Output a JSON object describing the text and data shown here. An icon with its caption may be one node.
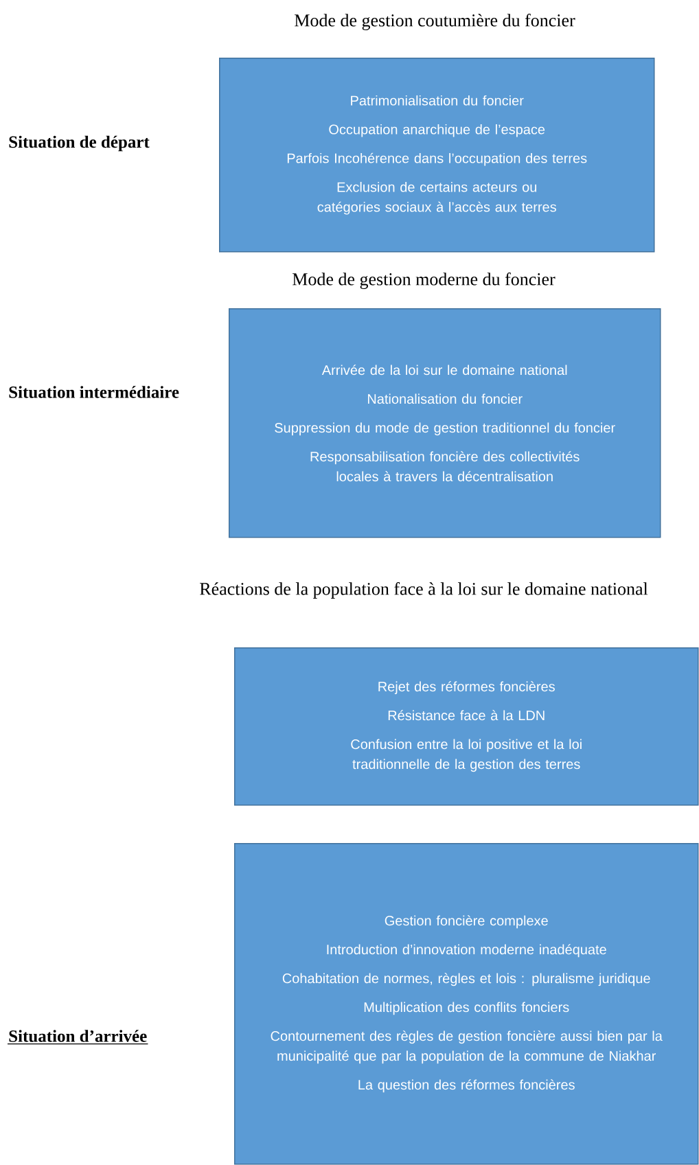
{
  "diagram": {
    "nodes": [
      {
        "text": [
          "Patrimonialisation du foncier",
          "Occupation anarchique de l’espace",
          "Parfois Incohérence dans l’occupation des terres",
          "Exclusion de certains acteurs ou catégories sociaux à l’accès aux terres"
        ]
      },
      {
        "text": [
          "Arrivée de la loi sur le domaine national",
          "Nationalisation du foncier",
          "Suppression du mode de gestion traditionnel du foncier",
          "Responsabilisation foncière des collectivités locales à travers la décentralisation"
        ]
      },
      {
        "text": [
          "Rejet des réformes foncières",
          "Résistance face à la LDN",
          "Confusion entre la loi positive et la loi traditionnelle de la gestion des terres"
        ]
      },
      {
        "text": [
          "Gestion foncière complexe",
          "Introduction d’innovation moderne inadéquate",
          "Cohabitation de normes, règles et lois : pluralisme juridique",
          "Multiplication des conflits fonciers",
          "Contournement des règles de gestion foncière aussi bien par la municipalité que par la population de la commune de Niakhar",
          "La question des réformes foncières"
        ]
      }
    ],
    "labels": [
      "Mode de gestion coutumière du foncier",
      "Situation de départ",
      "Mode de gestion moderne du foncier",
      "Situation intermédiaire",
      "Réactions de la population face à la loi sur le domaine national",
      "Situation d’arrivée"
    ]
  }
}
